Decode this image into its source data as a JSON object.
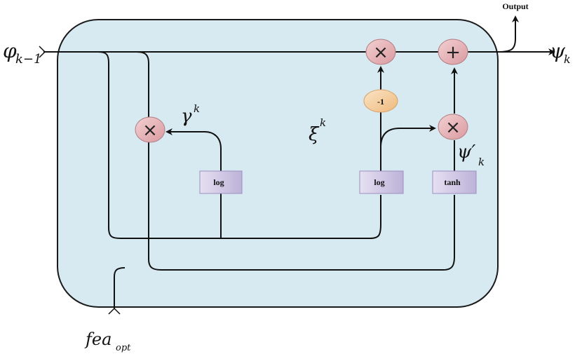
{
  "diagram": {
    "output_label": "Output",
    "input_symbol": "φ",
    "input_subscript": "k−1",
    "output_symbol": "ψ",
    "output_subscript": "k",
    "gamma_symbol": "γ",
    "gamma_superscript": "k",
    "xi_symbol": "ξ",
    "xi_superscript": "k",
    "psi_prime_symbol": "ψ′",
    "psi_prime_subscript": "k",
    "fea_symbol": "fea",
    "fea_subscript": "opt",
    "boxes": {
      "log_left": "log",
      "log_right": "log",
      "tanh": "tanh"
    },
    "ops": {
      "mult_left": "×",
      "mult_top": "×",
      "plus_top": "+",
      "mult_right": "×",
      "neg_one": "-1"
    }
  },
  "colors": {
    "cell_fill": "#d8eaf1",
    "cell_stroke": "#1a1a1a",
    "op_fill": "#e9b4b8",
    "op_stroke": "#b07c80",
    "neg_fill": "#f6d2a6",
    "box_fill": "#d9d2ea",
    "box_shade": "#9b8fbe"
  }
}
